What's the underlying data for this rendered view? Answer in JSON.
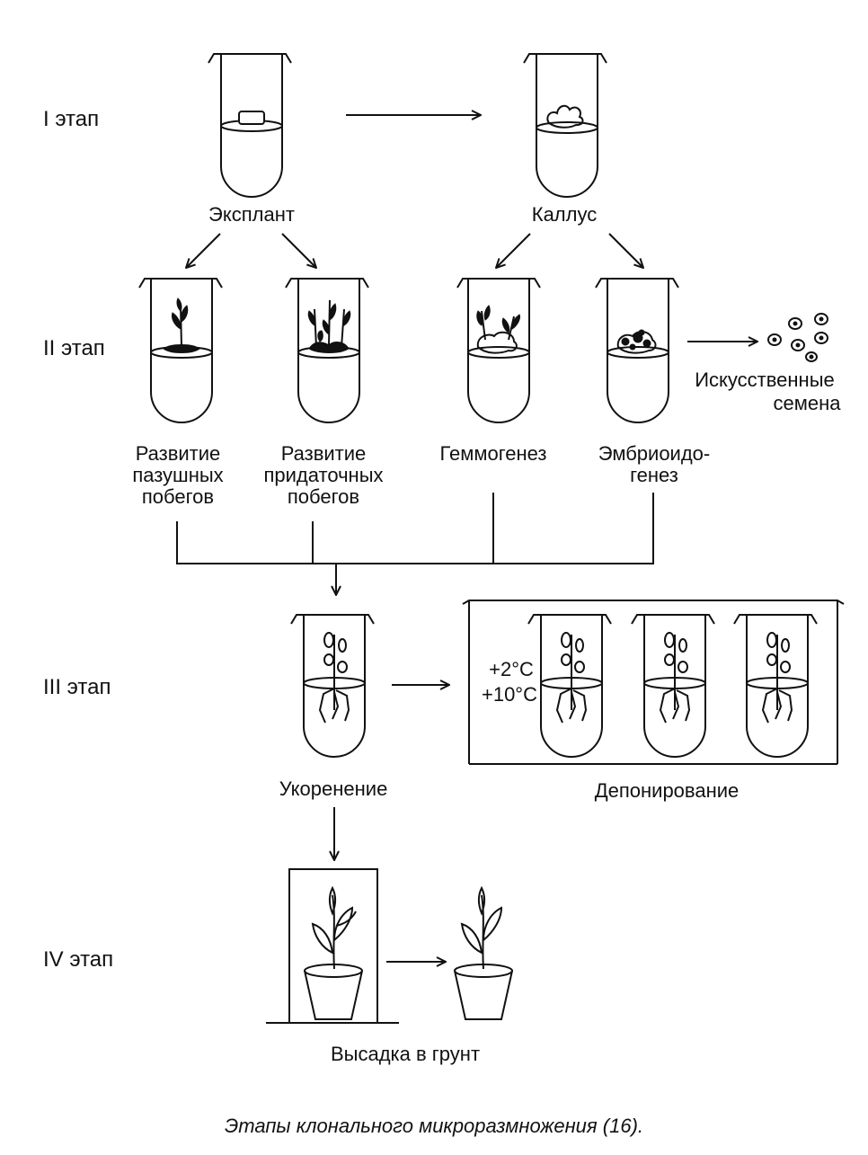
{
  "stages": {
    "s1": "I этап",
    "s2": "II этап",
    "s3": "III этап",
    "s4": "IV этап"
  },
  "labels": {
    "explant": "Эксплант",
    "callus": "Каллус",
    "axillary_1": "Развитие",
    "axillary_2": "пазушных",
    "axillary_3": "побегов",
    "adventitious_1": "Развитие",
    "adventitious_2": "придаточных",
    "adventitious_3": "побегов",
    "gemmogenesis": "Геммогенез",
    "embryoido_1": "Эмбриоидо-",
    "embryoido_2": "генез",
    "artificial_seeds_1": "Искусственные",
    "artificial_seeds_2": "семена",
    "rooting": "Укоренение",
    "deposition": "Депонирование",
    "temp_1": "+2°C",
    "temp_2": "+10°C",
    "planting": "Высадка в грунт"
  },
  "caption": "Этапы клонального микроразмножения (16)."
}
